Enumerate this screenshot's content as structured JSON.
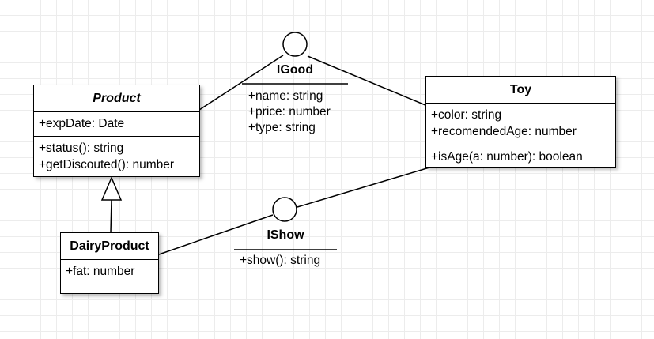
{
  "diagram": {
    "classes": {
      "product": {
        "name": "Product",
        "attributes": [
          "+expDate: Date"
        ],
        "operations": [
          "+status(): string",
          "+getDiscouted(): number"
        ]
      },
      "toy": {
        "name": "Toy",
        "attributes": [
          "+color: string",
          "+recomendedAge: number"
        ],
        "operations": [
          "+isAge(a: number): boolean"
        ]
      },
      "dairy_product": {
        "name": "DairyProduct",
        "attributes": [
          "+fat: number"
        ],
        "operations": []
      }
    },
    "interfaces": {
      "igood": {
        "name": "IGood",
        "members": [
          "+name: string",
          "+price: number",
          "+type: string"
        ]
      },
      "ishow": {
        "name": "IShow",
        "members": [
          "+show(): string"
        ]
      }
    },
    "relations": [
      {
        "type": "interface-realization",
        "from": "Product",
        "to": "IGood"
      },
      {
        "type": "interface-realization",
        "from": "Toy",
        "to": "IGood"
      },
      {
        "type": "interface-realization",
        "from": "DairyProduct",
        "to": "IShow"
      },
      {
        "type": "interface-realization",
        "from": "Toy",
        "to": "IShow"
      },
      {
        "type": "generalization",
        "from": "DairyProduct",
        "to": "Product"
      }
    ]
  }
}
